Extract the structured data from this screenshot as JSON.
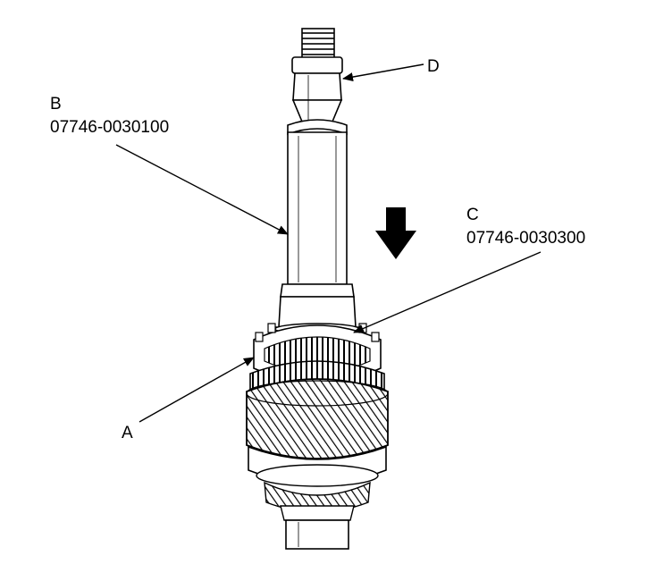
{
  "callouts": {
    "a": {
      "letter": "A"
    },
    "b": {
      "letter": "B",
      "part_number": "07746-0030100"
    },
    "c": {
      "letter": "C",
      "part_number": "07746-0030300"
    },
    "d": {
      "letter": "D"
    }
  },
  "icons": {
    "press_direction": "down-arrow-icon"
  },
  "colors": {
    "line": "#000000",
    "background": "#ffffff"
  }
}
